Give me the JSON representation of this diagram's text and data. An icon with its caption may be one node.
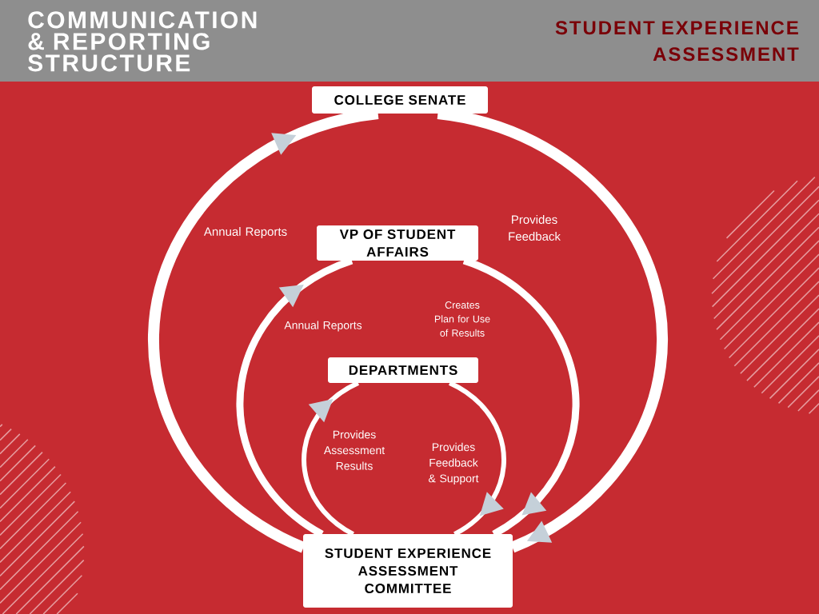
{
  "diagram": {
    "title": "COMMUNICATION & REPORTING STRUCTURE",
    "nodes": [
      {
        "text": [
          "COLLEGE SENATE"
        ]
      },
      {
        "text": [
          "VP OF STUDENT AFFAIRS"
        ]
      },
      {
        "text": [
          "DEPARTMENTS"
        ]
      },
      {
        "text": [
          "STUDENT EXPERIENCE ASSESSMENT COMMITTEE"
        ]
      }
    ],
    "edges": [
      {
        "from": 3,
        "to": 0,
        "arrow": "to",
        "label": "Annual Reports"
      },
      {
        "from": 0,
        "to": 3,
        "arrow": "to",
        "label": "Provides Feedback"
      },
      {
        "from": 3,
        "to": 1,
        "arrow": "to",
        "label": "Annual Reports"
      },
      {
        "from": 1,
        "to": 3,
        "arrow": "to",
        "label": "Creates Plan for Use of Results"
      },
      {
        "from": 3,
        "to": 2,
        "arrow": "to",
        "label": "Provides Assessment Results"
      },
      {
        "from": 2,
        "to": 3,
        "arrow": "to",
        "label": "Provides Feedback & Support"
      }
    ],
    "labels": [
      "STUDENT EXPERIENCE ASSESSMENT"
    ]
  }
}
